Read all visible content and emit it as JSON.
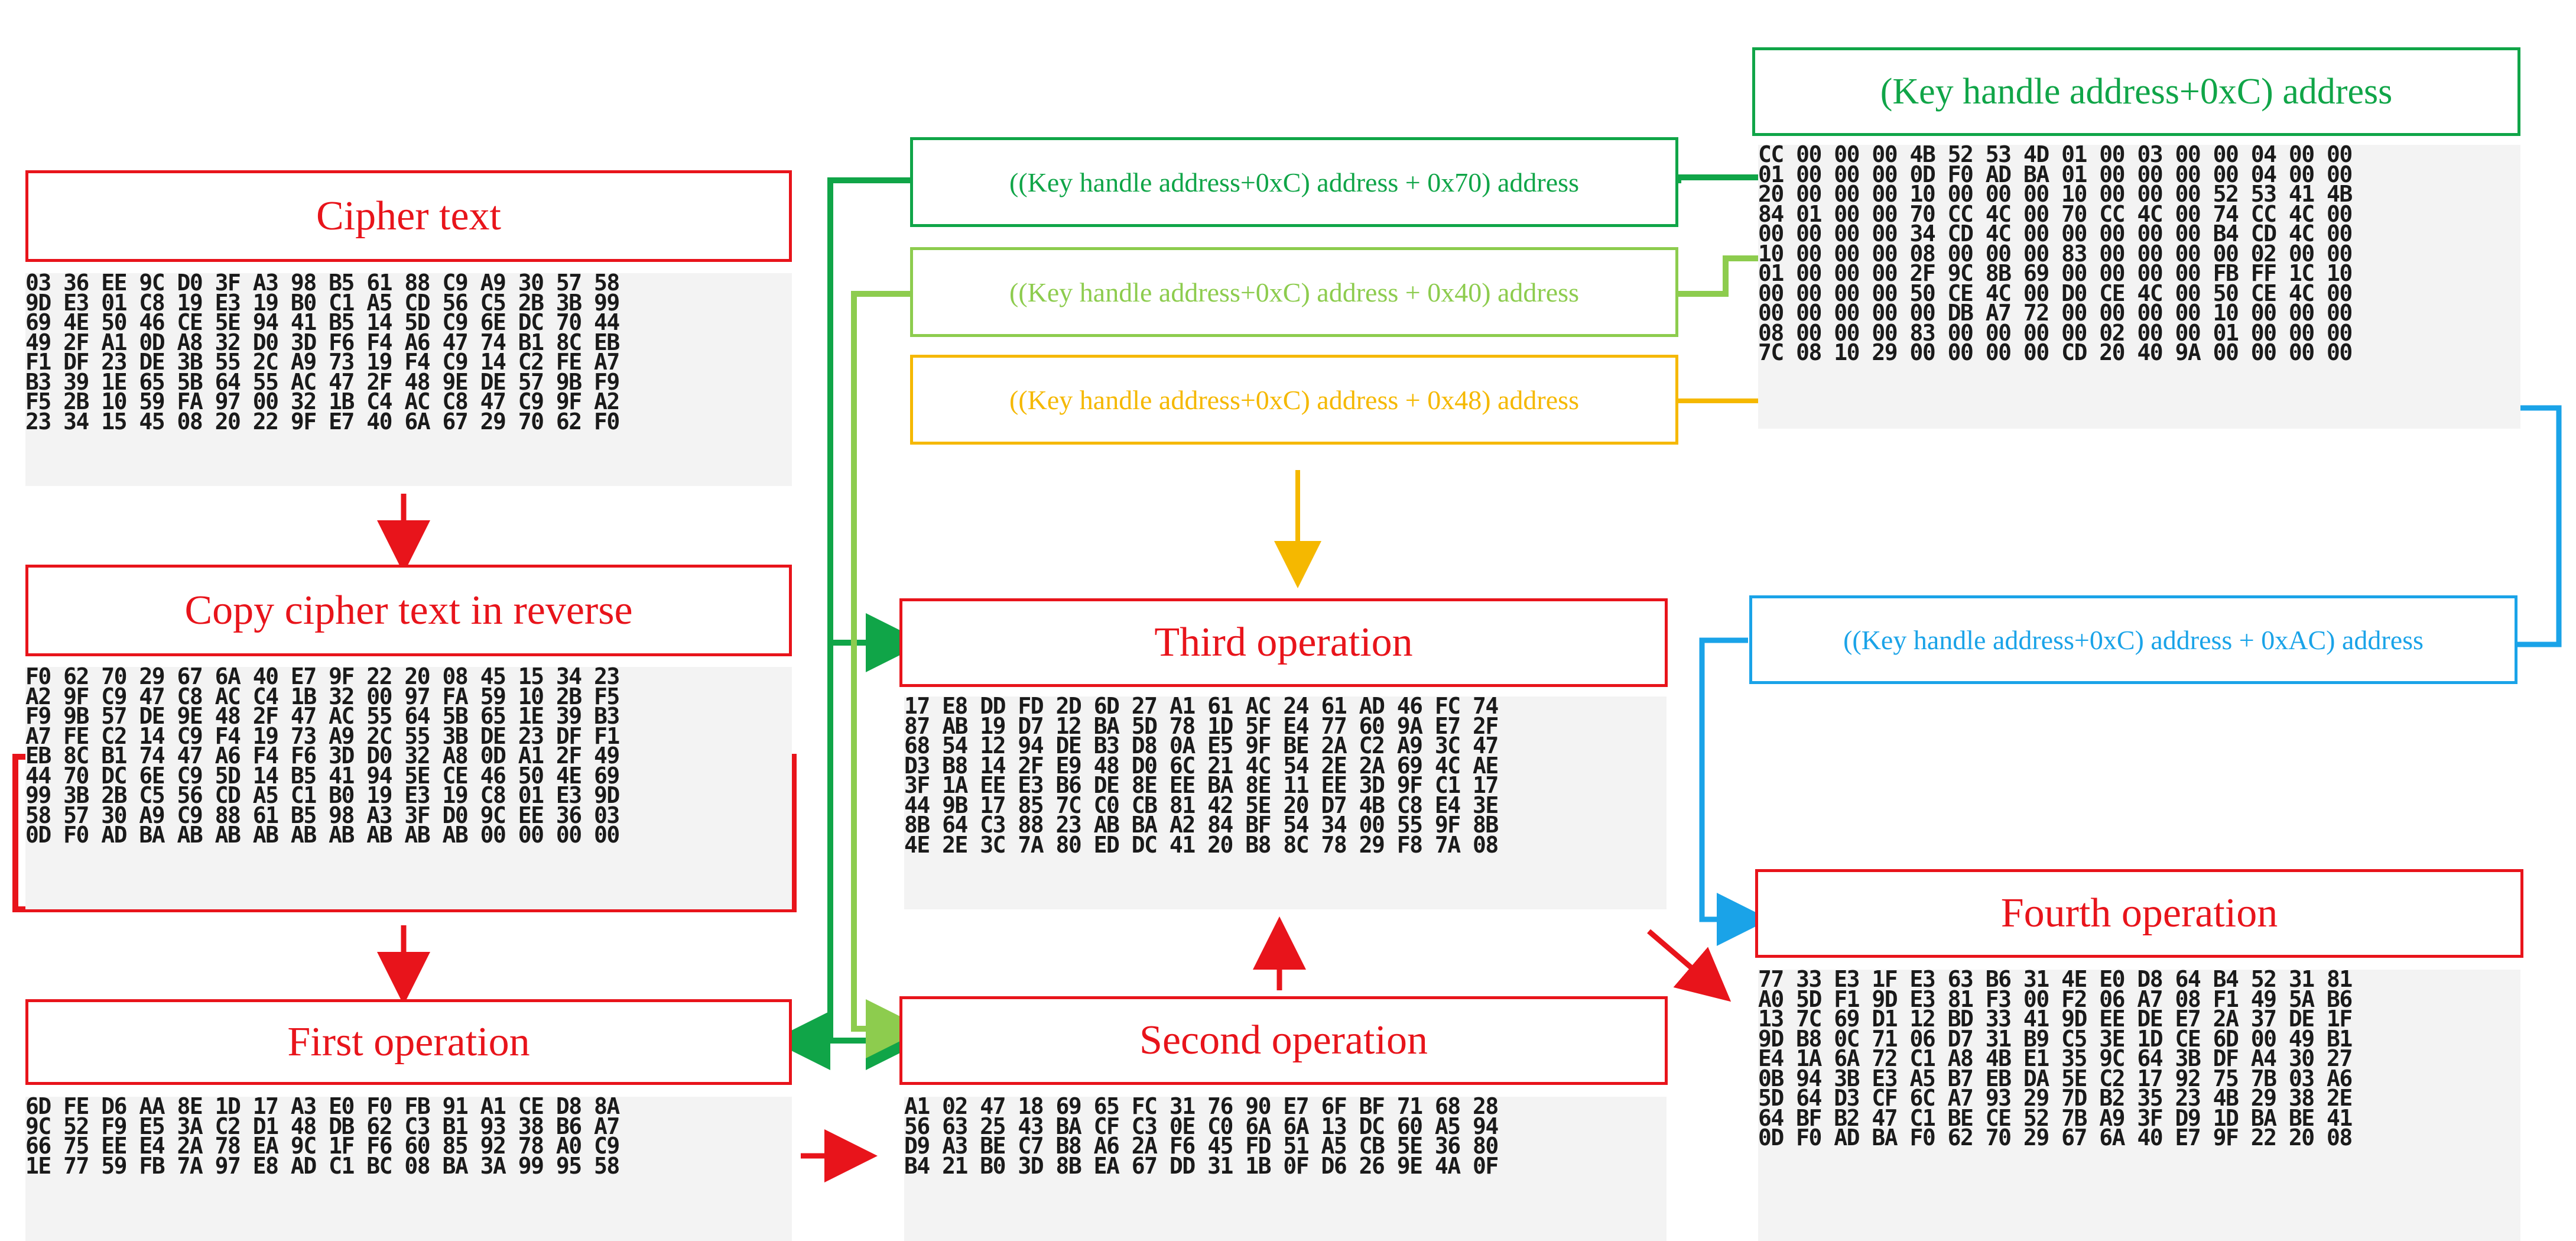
{
  "colors": {
    "red": "#e8141b",
    "green": "#10a548",
    "light_green": "#8dcc4e",
    "yellow": "#f5b800",
    "blue": "#1aa3e8"
  },
  "labels": {
    "cipher_text": "Cipher text",
    "copy_reverse": "Copy cipher text in reverse",
    "first_operation": "First operation",
    "second_operation": "Second operation",
    "third_operation": "Third operation",
    "fourth_operation": "Fourth operation",
    "key_handle_c": "(Key handle address+0xC) address",
    "key_handle_70": "((Key handle address+0xC) address + 0x70) address",
    "key_handle_40": "((Key handle address+0xC) address + 0x40) address",
    "key_handle_48": "((Key handle address+0xC) address + 0x48) address",
    "key_handle_ac": "((Key handle address+0xC) address + 0xAC) address"
  },
  "dumps": {
    "cipher": [
      "03 36 EE 9C D0 3F A3 98 B5 61 88 C9 A9 30 57 58",
      "9D E3 01 C8 19 E3 19 B0 C1 A5 CD 56 C5 2B 3B 99",
      "69 4E 50 46 CE 5E 94 41 B5 14 5D C9 6E DC 70 44",
      "49 2F A1 0D A8 32 D0 3D F6 F4 A6 47 74 B1 8C EB",
      "F1 DF 23 DE 3B 55 2C A9 73 19 F4 C9 14 C2 FE A7",
      "B3 39 1E 65 5B 64 55 AC 47 2F 48 9E DE 57 9B F9",
      "F5 2B 10 59 FA 97 00 32 1B C4 AC C8 47 C9 9F A2",
      "23 34 15 45 08 20 22 9F E7 40 6A 67 29 70 62 F0"
    ],
    "reverse": [
      "F0 62 70 29 67 6A 40 E7 9F 22 20 08 45 15 34 23",
      "A2 9F C9 47 C8 AC C4 1B 32 00 97 FA 59 10 2B F5",
      "F9 9B 57 DE 9E 48 2F 47 AC 55 64 5B 65 1E 39 B3",
      "A7 FE C2 14 C9 F4 19 73 A9 2C 55 3B DE 23 DF F1",
      "EB 8C B1 74 47 A6 F4 F6 3D D0 32 A8 0D A1 2F 49",
      "44 70 DC 6E C9 5D 14 B5 41 94 5E CE 46 50 4E 69",
      "99 3B 2B C5 56 CD A5 C1 B0 19 E3 19 C8 01 E3 9D",
      "58 57 30 A9 C9 88 61 B5 98 A3 3F D0 9C EE 36 03",
      "0D F0 AD BA AB AB AB AB AB AB AB AB 00 00 00 00"
    ],
    "first": [
      "6D FE D6 AA 8E 1D 17 A3 E0 F0 FB 91 A1 CE D8 8A",
      "9C 52 F9 E5 3A C2 D1 48 DB 62 C3 B1 93 38 B6 A7",
      "66 75 EE E4 2A 78 EA 9C 1F F6 60 85 92 78 A0 C9",
      "1E 77 59 FB 7A 97 E8 AD C1 BC 08 BA 3A 99 95 58"
    ],
    "second": [
      "A1 02 47 18 69 65 FC 31 76 90 E7 6F BF 71 68 28",
      "56 63 25 43 BA CF C3 0E C0 6A 6A 13 DC 60 A5 94",
      "D9 A3 BE C7 B8 A6 2A F6 45 FD 51 A5 CB 5E 36 80",
      "B4 21 B0 3D 8B EA 67 DD 31 1B 0F D6 26 9E 4A 0F"
    ],
    "third": [
      "17 E8 DD FD 2D 6D 27 A1 61 AC 24 61 AD 46 FC 74",
      "87 AB 19 D7 12 BA 5D 78 1D 5F E4 77 60 9A E7 2F",
      "68 54 12 94 DE B3 D8 0A E5 9F BE 2A C2 A9 3C 47",
      "D3 B8 14 2F E9 48 D0 6C 21 4C 54 2E 2A 69 4C AE",
      "3F 1A EE E3 B6 DE 8E EE BA 8E 11 EE 3D 9F C1 17",
      "44 9B 17 85 7C C0 CB 81 42 5E 20 D7 4B C8 E4 3E",
      "8B 64 C3 88 23 AB BA A2 84 BF 54 34 00 55 9F 8B",
      "4E 2E 3C 7A 80 ED DC 41 20 B8 8C 78 29 F8 7A 08"
    ],
    "fourth": [
      "77 33 E3 1F E3 63 B6 31 4E E0 D8 64 B4 52 31 81",
      "A0 5D F1 9D E3 81 F3 00 F2 06 A7 08 F1 49 5A B6",
      "13 7C 69 D1 12 BD 33 41 9D EE DE E7 2A 37 DE 1F",
      "9D B8 0C 71 06 D7 31 B9 C5 3E 1D CE 6D 00 49 B1",
      "E4 1A 6A 72 C1 A8 4B E1 35 9C 64 3B DF A4 30 27",
      "0B 94 3B E3 A5 B7 EB DA 5E C2 17 92 75 7B 03 A6",
      "5D 64 D3 CF 6C A7 93 29 7D B2 35 23 4B 29 38 2E",
      "64 BF B2 47 C1 BE CE 52 7B A9 3F D9 1D BA BE 41",
      "0D F0 AD BA F0 62 70 29 67 6A 40 E7 9F 22 20 08"
    ],
    "keyhandle": [
      "CC 00 00 00 4B 52 53 4D 01 00 03 00 00 04 00 00",
      "01 00 00 00 0D F0 AD BA 01 00 00 00 00 04 00 00",
      "20 00 00 00 10 00 00 00 10 00 00 00 52 53 41 4B",
      "84 01 00 00 70 CC 4C 00 70 CC 4C 00 74 CC 4C 00",
      "00 00 00 00 34 CD 4C 00 00 00 00 00 B4 CD 4C 00",
      "10 00 00 00 08 00 00 00 83 00 00 00 00 02 00 00",
      "01 00 00 00 2F 9C 8B 69 00 00 00 00 FB FF 1C 10",
      "00 00 00 00 50 CE 4C 00 D0 CE 4C 00 50 CE 4C 00",
      "00 00 00 00 00 DB A7 72 00 00 00 00 10 00 00 00",
      "08 00 00 00 83 00 00 00 00 02 00 00 01 00 00 00",
      "7C 08 10 29 00 00 00 00 CD 20 40 9A 00 00 00 00"
    ]
  }
}
